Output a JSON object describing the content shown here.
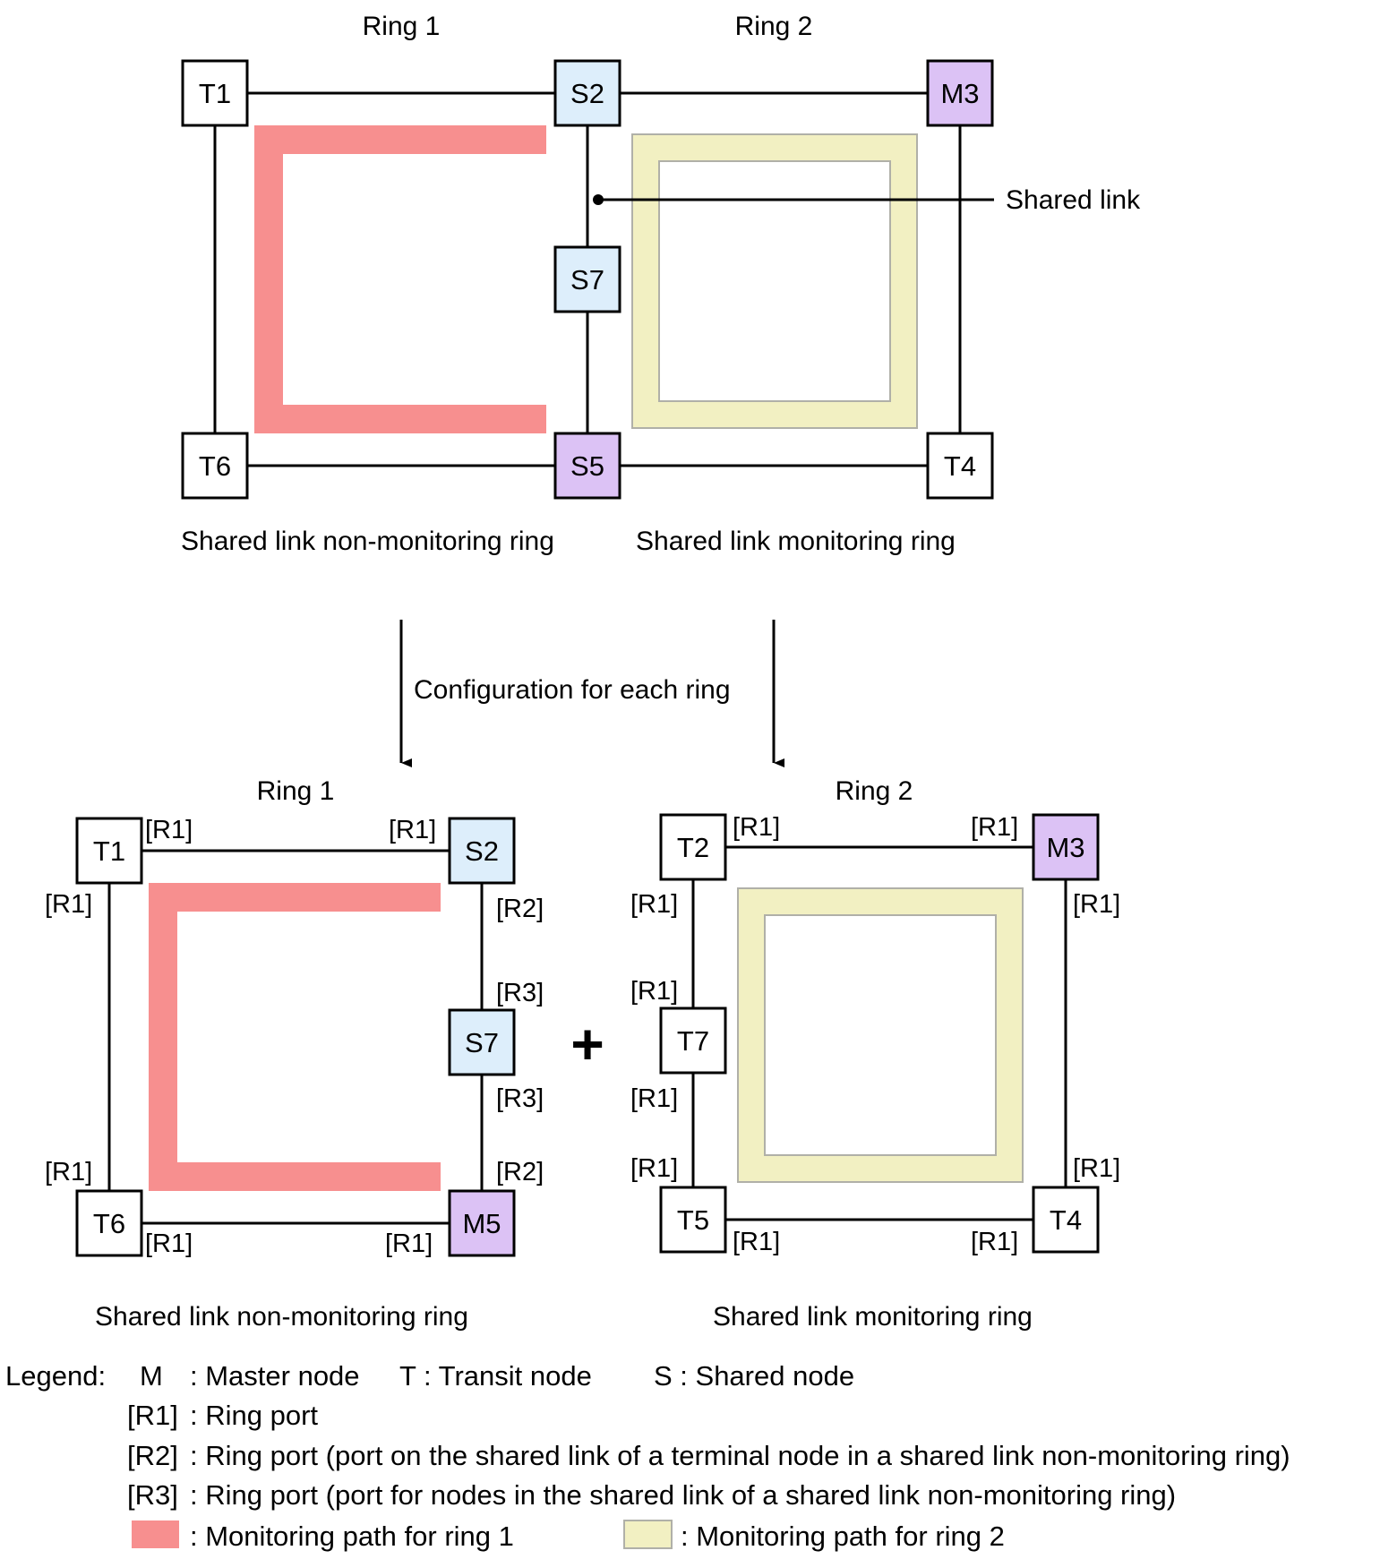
{
  "top": {
    "ring1_label": "Ring 1",
    "ring2_label": "Ring 2",
    "shared_link_label": "Shared link",
    "non_monitoring_caption": "Shared link non-monitoring ring",
    "monitoring_caption": "Shared link monitoring ring",
    "nodes": {
      "t1": "T1",
      "s2": "S2",
      "m3": "M3",
      "s7": "S7",
      "t6": "T6",
      "s5": "S5",
      "t4": "T4"
    }
  },
  "middle": {
    "config_label": "Configuration for each ring"
  },
  "bottom": {
    "ring1_label": "Ring 1",
    "ring2_label": "Ring 2",
    "non_monitoring_caption": "Shared link non-monitoring ring",
    "monitoring_caption": "Shared link monitoring ring",
    "ring1_nodes": {
      "t1": "T1",
      "s2": "S2",
      "s7": "S7",
      "t6": "T6",
      "m5": "M5"
    },
    "ring2_nodes": {
      "t2": "T2",
      "m3": "M3",
      "t7": "T7",
      "t5": "T5",
      "t4": "T4"
    },
    "ports": {
      "r1": "[R1]",
      "r2": "[R2]",
      "r3": "[R3]"
    },
    "plus": "+"
  },
  "legend": {
    "prefix": "Legend:",
    "m_key": "M",
    "m_desc": ": Master node",
    "t_desc": "T : Transit node",
    "s_desc": "S : Shared node",
    "r1_key": "[R1]",
    "r1_desc": ": Ring port",
    "r2_key": "[R2]",
    "r2_desc": ": Ring port (port on the shared link of a terminal node in a shared link non-monitoring ring)",
    "r3_key": "[R3]",
    "r3_desc": ": Ring port (port for nodes in the shared link of a shared link non-monitoring ring)",
    "path1_desc": ": Monitoring path for ring 1",
    "path2_desc": ": Monitoring path for ring 2"
  },
  "colors": {
    "ring1_path": "#f78f8f",
    "ring2_path": "#f2f0c2",
    "ring2_path_border": "#b0b0a8",
    "shared_node": "#ddeefb",
    "master_node": "#dcc2f5",
    "transit_node": "#ffffff",
    "line": "#000000"
  }
}
